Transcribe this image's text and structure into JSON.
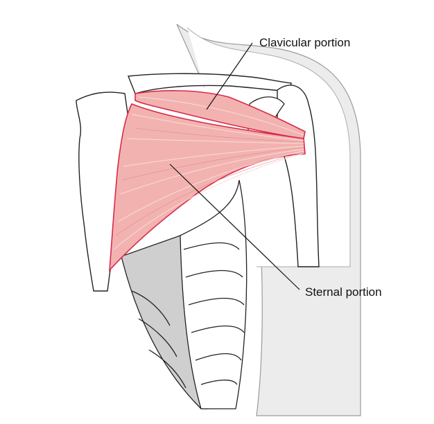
{
  "title": "Pectoralis major muscle",
  "labels": {
    "clavicular": "Clavicular portion",
    "sternal": "Sternal portion"
  },
  "colors": {
    "muscle_fill": "#f2b3b0",
    "muscle_edge": "#d9284a",
    "fiber": "#f8dcda",
    "body_silhouette": "#ececec",
    "rib_shade": "#cfcfcf",
    "bone_outline": "#222222"
  }
}
